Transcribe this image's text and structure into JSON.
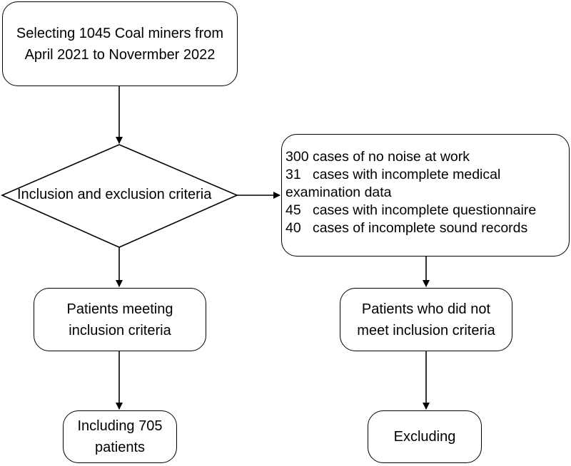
{
  "start_box": {
    "line1": "Selecting 1045 Coal miners from",
    "line2": "April 2021 to Novermber 2022"
  },
  "decision": {
    "label": "Inclusion and exclusion criteria"
  },
  "exclusion_box": {
    "lines": [
      "300 cases of no noise at work",
      "31   cases with incomplete medical",
      "examination data",
      "45   cases with incomplete questionnaire",
      "40   cases of incomplete sound records"
    ]
  },
  "included_box": {
    "line1": "Patients meeting",
    "line2": "inclusion criteria"
  },
  "not_included_box": {
    "line1": "Patients who did not",
    "line2": "meet inclusion criteria"
  },
  "final_included_box": {
    "line1": "Including 705",
    "line2": "patients"
  },
  "final_excluded_box": {
    "label": "Excluding"
  }
}
